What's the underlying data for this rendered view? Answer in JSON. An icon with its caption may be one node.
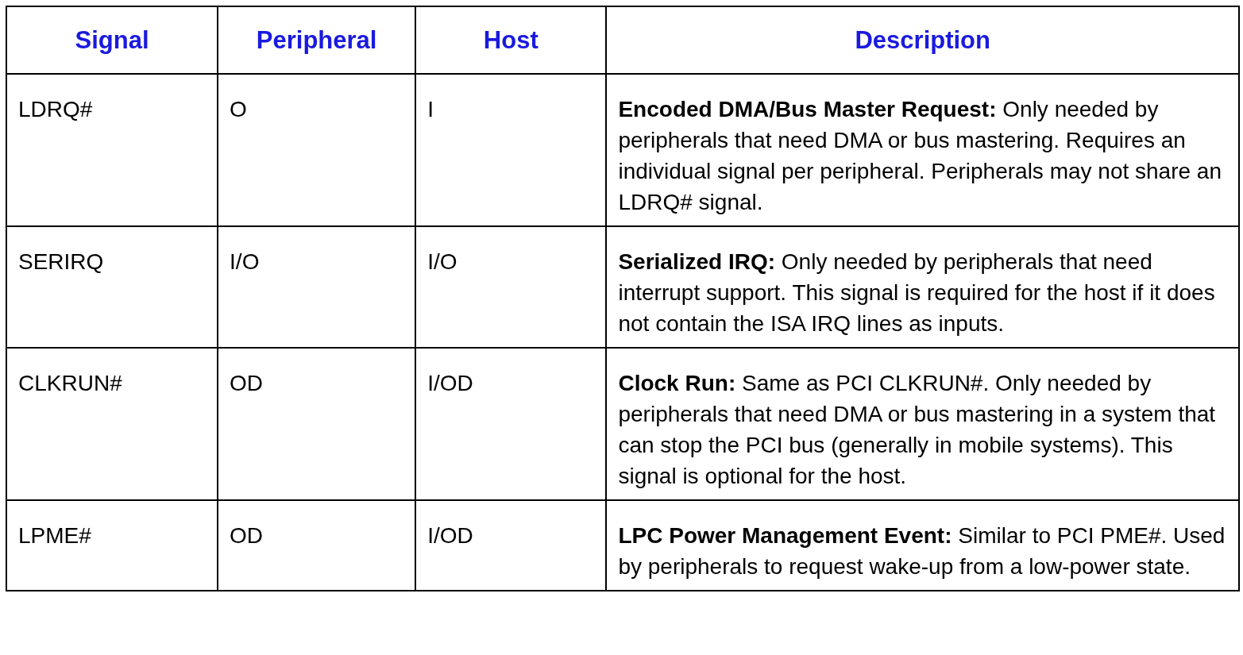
{
  "diagram": {
    "labels": [
      "Signal",
      "Peripheral",
      "Host",
      "Description",
      "LDRQ#",
      "O",
      "I",
      "**Encoded DMA/Bus Master Request:** Only needed by peripherals that need DMA or bus mastering. Requires an individual signal per peripheral. Peripherals may not share an LDRQ# signal.",
      "SERIRQ",
      "I/O",
      "I/O",
      "**Serialized IRQ:** Only needed by peripherals that need interrupt support. This signal is required for the host if it does not contain the ISA IRQ lines as inputs.",
      "CLKRUN#",
      "OD",
      "I/OD",
      "**Clock Run:** Same as PCI CLKRUN#. Only needed by peripherals that need DMA or bus mastering in a system that can stop the PCI bus (generally in mobile systems). This signal is optional for the host.",
      "LPME#",
      "OD",
      "I/OD",
      "**LPC Power Management Event:** Similar to PCI PME#. Used by peripherals to request wake-up from a low-power state."
    ]
  }
}
